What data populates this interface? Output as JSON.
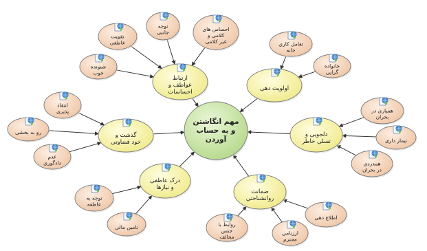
{
  "center": {
    "lines": [
      "مهم انگاشتن",
      "و به حساب",
      "آوردن"
    ],
    "color": "#c9e6a3"
  },
  "yellow_nodes": [
    {
      "id": "y1",
      "lines": [
        "ارتباط",
        "عواطف و",
        "احساسات"
      ]
    },
    {
      "id": "y2",
      "lines": [
        "اولویت دهی"
      ]
    },
    {
      "id": "y3",
      "lines": [
        "دلجویی و",
        "تسلی خاطر"
      ]
    },
    {
      "id": "y4",
      "lines": [
        "ضمانت",
        "روانشناختی"
      ]
    },
    {
      "id": "y5",
      "lines": [
        "درک عاطفی",
        "و نیازها"
      ]
    },
    {
      "id": "y6",
      "lines": [
        "گذشت و",
        "خود قضاوتی"
      ]
    }
  ],
  "pink_nodes": [
    {
      "id": "p1",
      "parent": "y1",
      "lines": [
        "تقویت",
        "عاطفی"
      ]
    },
    {
      "id": "p2",
      "parent": "y1",
      "lines": [
        "توجه",
        "جانبی"
      ]
    },
    {
      "id": "p3",
      "parent": "y1",
      "lines": [
        "احساس های",
        "کلامی و",
        "غیر کلامی"
      ]
    },
    {
      "id": "p4",
      "parent": "y1",
      "lines": [
        "شنونده",
        "خوب"
      ]
    },
    {
      "id": "p5",
      "parent": "y2",
      "lines": [
        "تعامل کاری",
        "خانه"
      ]
    },
    {
      "id": "p6",
      "parent": "y2",
      "lines": [
        "خانواده",
        "گرایی"
      ]
    },
    {
      "id": "p7",
      "parent": "y3",
      "lines": [
        "همیاری در",
        "بحران"
      ]
    },
    {
      "id": "p8",
      "parent": "y3",
      "lines": [
        "تیمار داری"
      ]
    },
    {
      "id": "p9",
      "parent": "y3",
      "lines": [
        "همدردی",
        "در بحران"
      ]
    },
    {
      "id": "p10",
      "parent": "y4",
      "lines": [
        "اطلاع دهی"
      ]
    },
    {
      "id": "p11",
      "parent": "y4",
      "lines": [
        "روابط با",
        "جنس",
        "مخالف"
      ]
    },
    {
      "id": "p12",
      "parent": "y4",
      "lines": [
        "ارزنامی",
        "محترم"
      ]
    },
    {
      "id": "p13",
      "parent": "y5",
      "lines": [
        "توجه به",
        "عاطفه"
      ]
    },
    {
      "id": "p14",
      "parent": "y5",
      "lines": [
        "تامین مالی"
      ]
    },
    {
      "id": "p15",
      "parent": "y6",
      "lines": [
        "انتقاد",
        "پذیری"
      ]
    },
    {
      "id": "p16",
      "parent": "y6",
      "lines": [
        "رو به بخشی"
      ]
    },
    {
      "id": "p17",
      "parent": "y6",
      "lines": [
        "عدم",
        "دادگوری"
      ]
    }
  ],
  "colors": {
    "yellow": "#f7f3a6",
    "pink": "#f6d6bd",
    "stroke": "#7a7a7a",
    "arrow": "#333333",
    "icon": "#4a8fd4"
  },
  "icon": "document-globe-icon"
}
